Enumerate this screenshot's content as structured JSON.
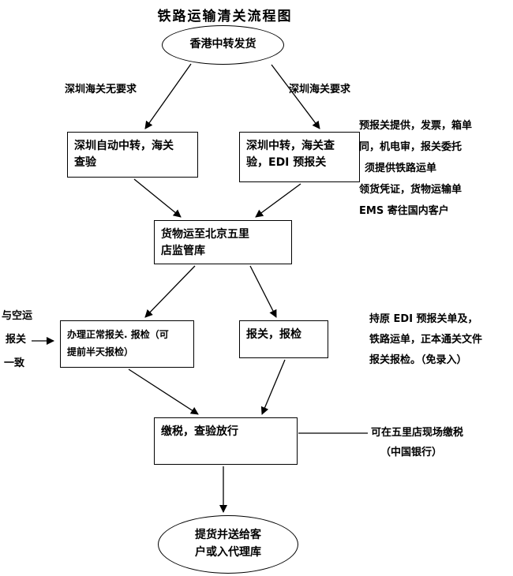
{
  "title": "铁路运输清关流程图",
  "colors": {
    "line": "#000000",
    "background": "#ffffff",
    "text": "#000000"
  },
  "nodes": {
    "start": "香港中转发货",
    "shenzhen_auto": "深圳自动中转，海关\n查验",
    "shenzhen_edi": "深圳中转，海关查\n验，EDI 预报关",
    "warehouse": "货物运至北京五里\n店监管库",
    "normal_declare": "办理正常报关. 报检（可\n提前半天报检）",
    "declare_inspect": "报关，报检",
    "tax_release": "缴税，查验放行",
    "end": "提货并送给客\n户或入代理库"
  },
  "labels": {
    "branch_left": "深圳海关无要求",
    "branch_right": "深圳海关要求"
  },
  "notes": {
    "edi_note": [
      "预报关提供，发票，箱单",
      "同，机电审，报关委托",
      "须提供铁路运单",
      "领货凭证，货物运输单",
      "EMS 寄往国内客户"
    ],
    "air_note": [
      "与空运",
      "报关",
      "一致"
    ],
    "edi_original_note": [
      "持原 EDI 预报关单及，",
      "铁路运单，正本通关文件",
      "报关报检。（免录入）"
    ],
    "tax_note": [
      "可在五里店现场缴税",
      "（中国银行）"
    ]
  }
}
